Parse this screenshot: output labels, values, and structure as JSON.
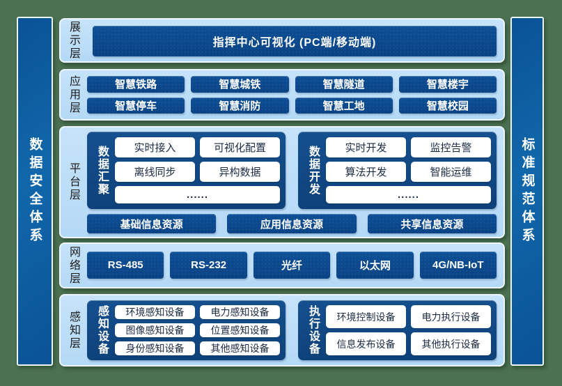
{
  "colors": {
    "background_green": "#4b7152",
    "panel_light_blue": "#b9dcf7",
    "navy_box": "#0b4a8e",
    "pillar_blue": "#0f63a8",
    "chip_white": "#ffffff"
  },
  "pillars": {
    "left": "数据安全体系",
    "right": "标准规范体系"
  },
  "layers": {
    "display": {
      "label": "展示层",
      "banner": "指挥中心可视化 (PC端/移动端)"
    },
    "application": {
      "label": "应用层",
      "items": [
        "智慧铁路",
        "智慧城铁",
        "智慧隧道",
        "智慧楼宇",
        "智慧停车",
        "智慧消防",
        "智慧工地",
        "智慧校园"
      ]
    },
    "platform": {
      "label": "平台层",
      "groups": [
        {
          "title": "数据汇聚",
          "items": [
            "实时接入",
            "可视化配置",
            "离线同步",
            "异构数据"
          ],
          "more": "......"
        },
        {
          "title": "数据开发",
          "items": [
            "实时开发",
            "监控告警",
            "算法开发",
            "智能运维"
          ],
          "more": "......"
        }
      ],
      "resources": [
        "基础信息资源",
        "应用信息资源",
        "共享信息资源"
      ]
    },
    "network": {
      "label": "网络层",
      "items": [
        "RS-485",
        "RS-232",
        "光纤",
        "以太网",
        "4G/NB-IoT"
      ]
    },
    "perception": {
      "label": "感知层",
      "groups": [
        {
          "title": "感知设备",
          "items": [
            "环境感知设备",
            "电力感知设备",
            "图像感知设备",
            "位置感知设备",
            "身份感知设备",
            "其他感知设备"
          ]
        },
        {
          "title": "执行设备",
          "items": [
            "环境控制设备",
            "电力执行设备",
            "信息发布设备",
            "其他执行设备"
          ]
        }
      ]
    }
  }
}
